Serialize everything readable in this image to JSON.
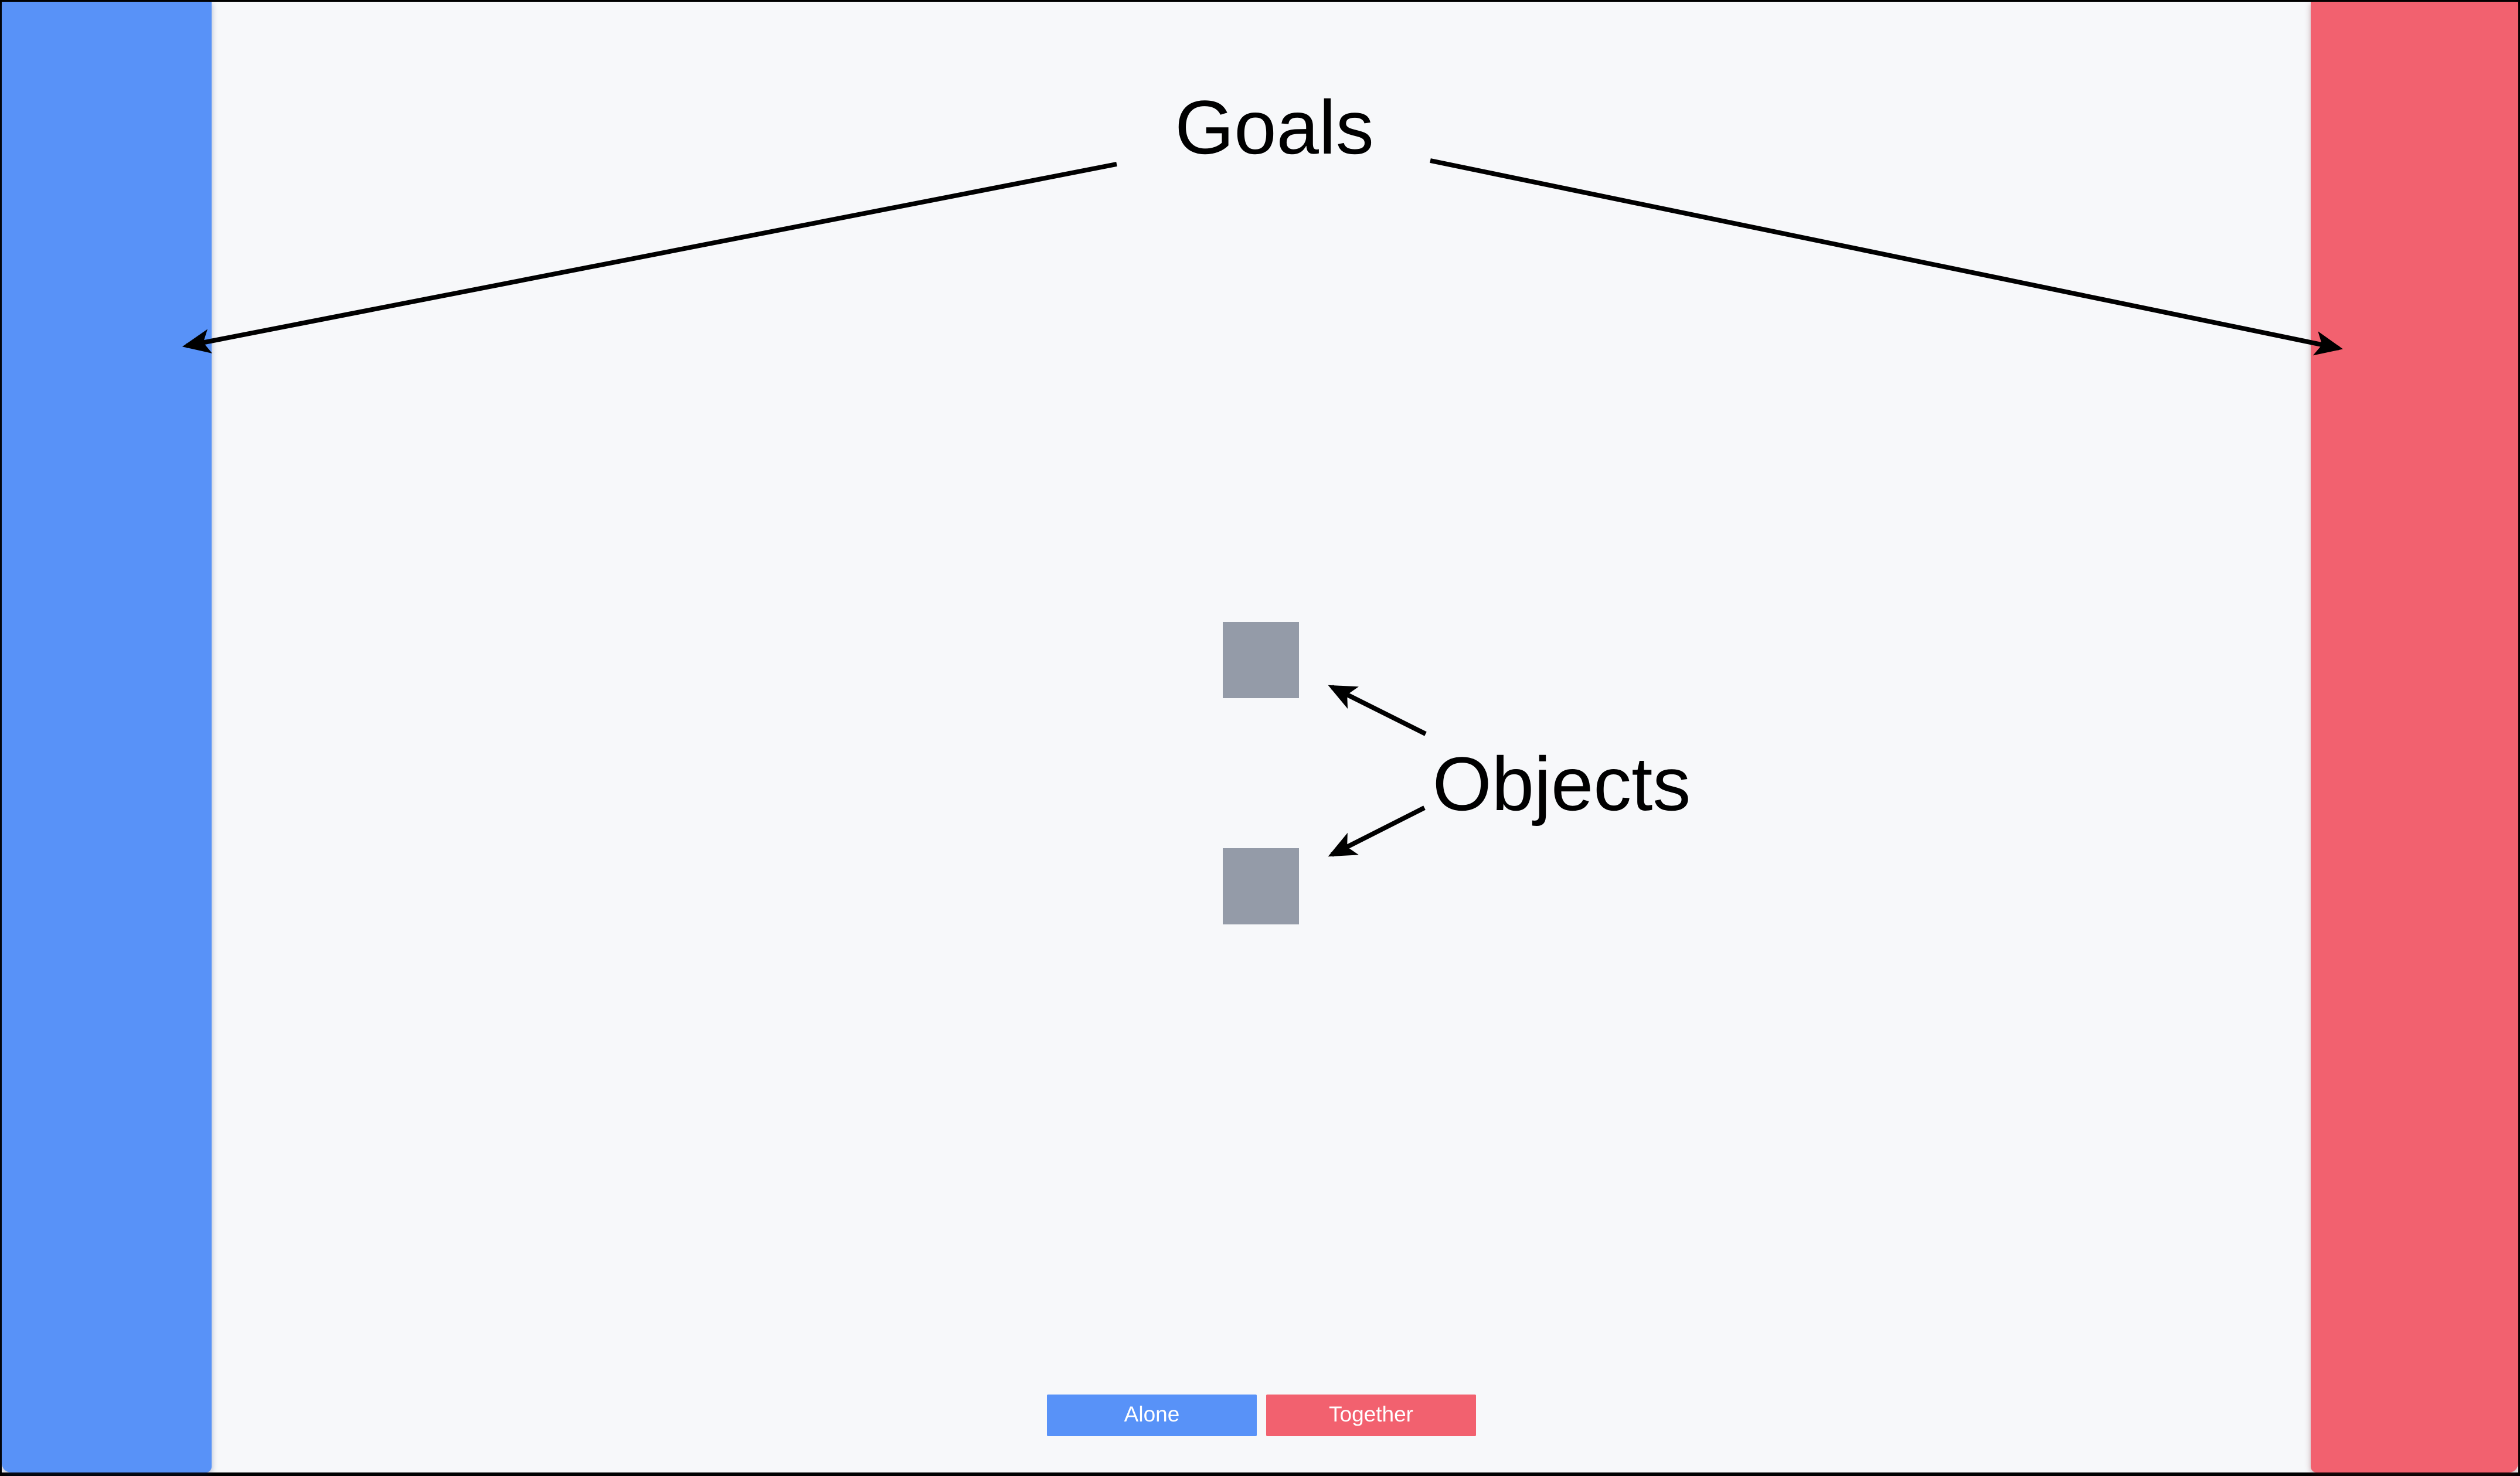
{
  "annotations": {
    "goals_label": "Goals",
    "objects_label": "Objects"
  },
  "buttons": {
    "alone": "Alone",
    "together": "Together"
  },
  "objects": {
    "square_count": 2
  },
  "colors": {
    "goal_blue": "#5892F8",
    "goal_red": "#F2616F",
    "object_gray": "#949BA8",
    "field_background": "#F7F8FA",
    "frame_black": "#000000",
    "annotation_text": "#000000",
    "button_text": "#FFFFFF"
  }
}
